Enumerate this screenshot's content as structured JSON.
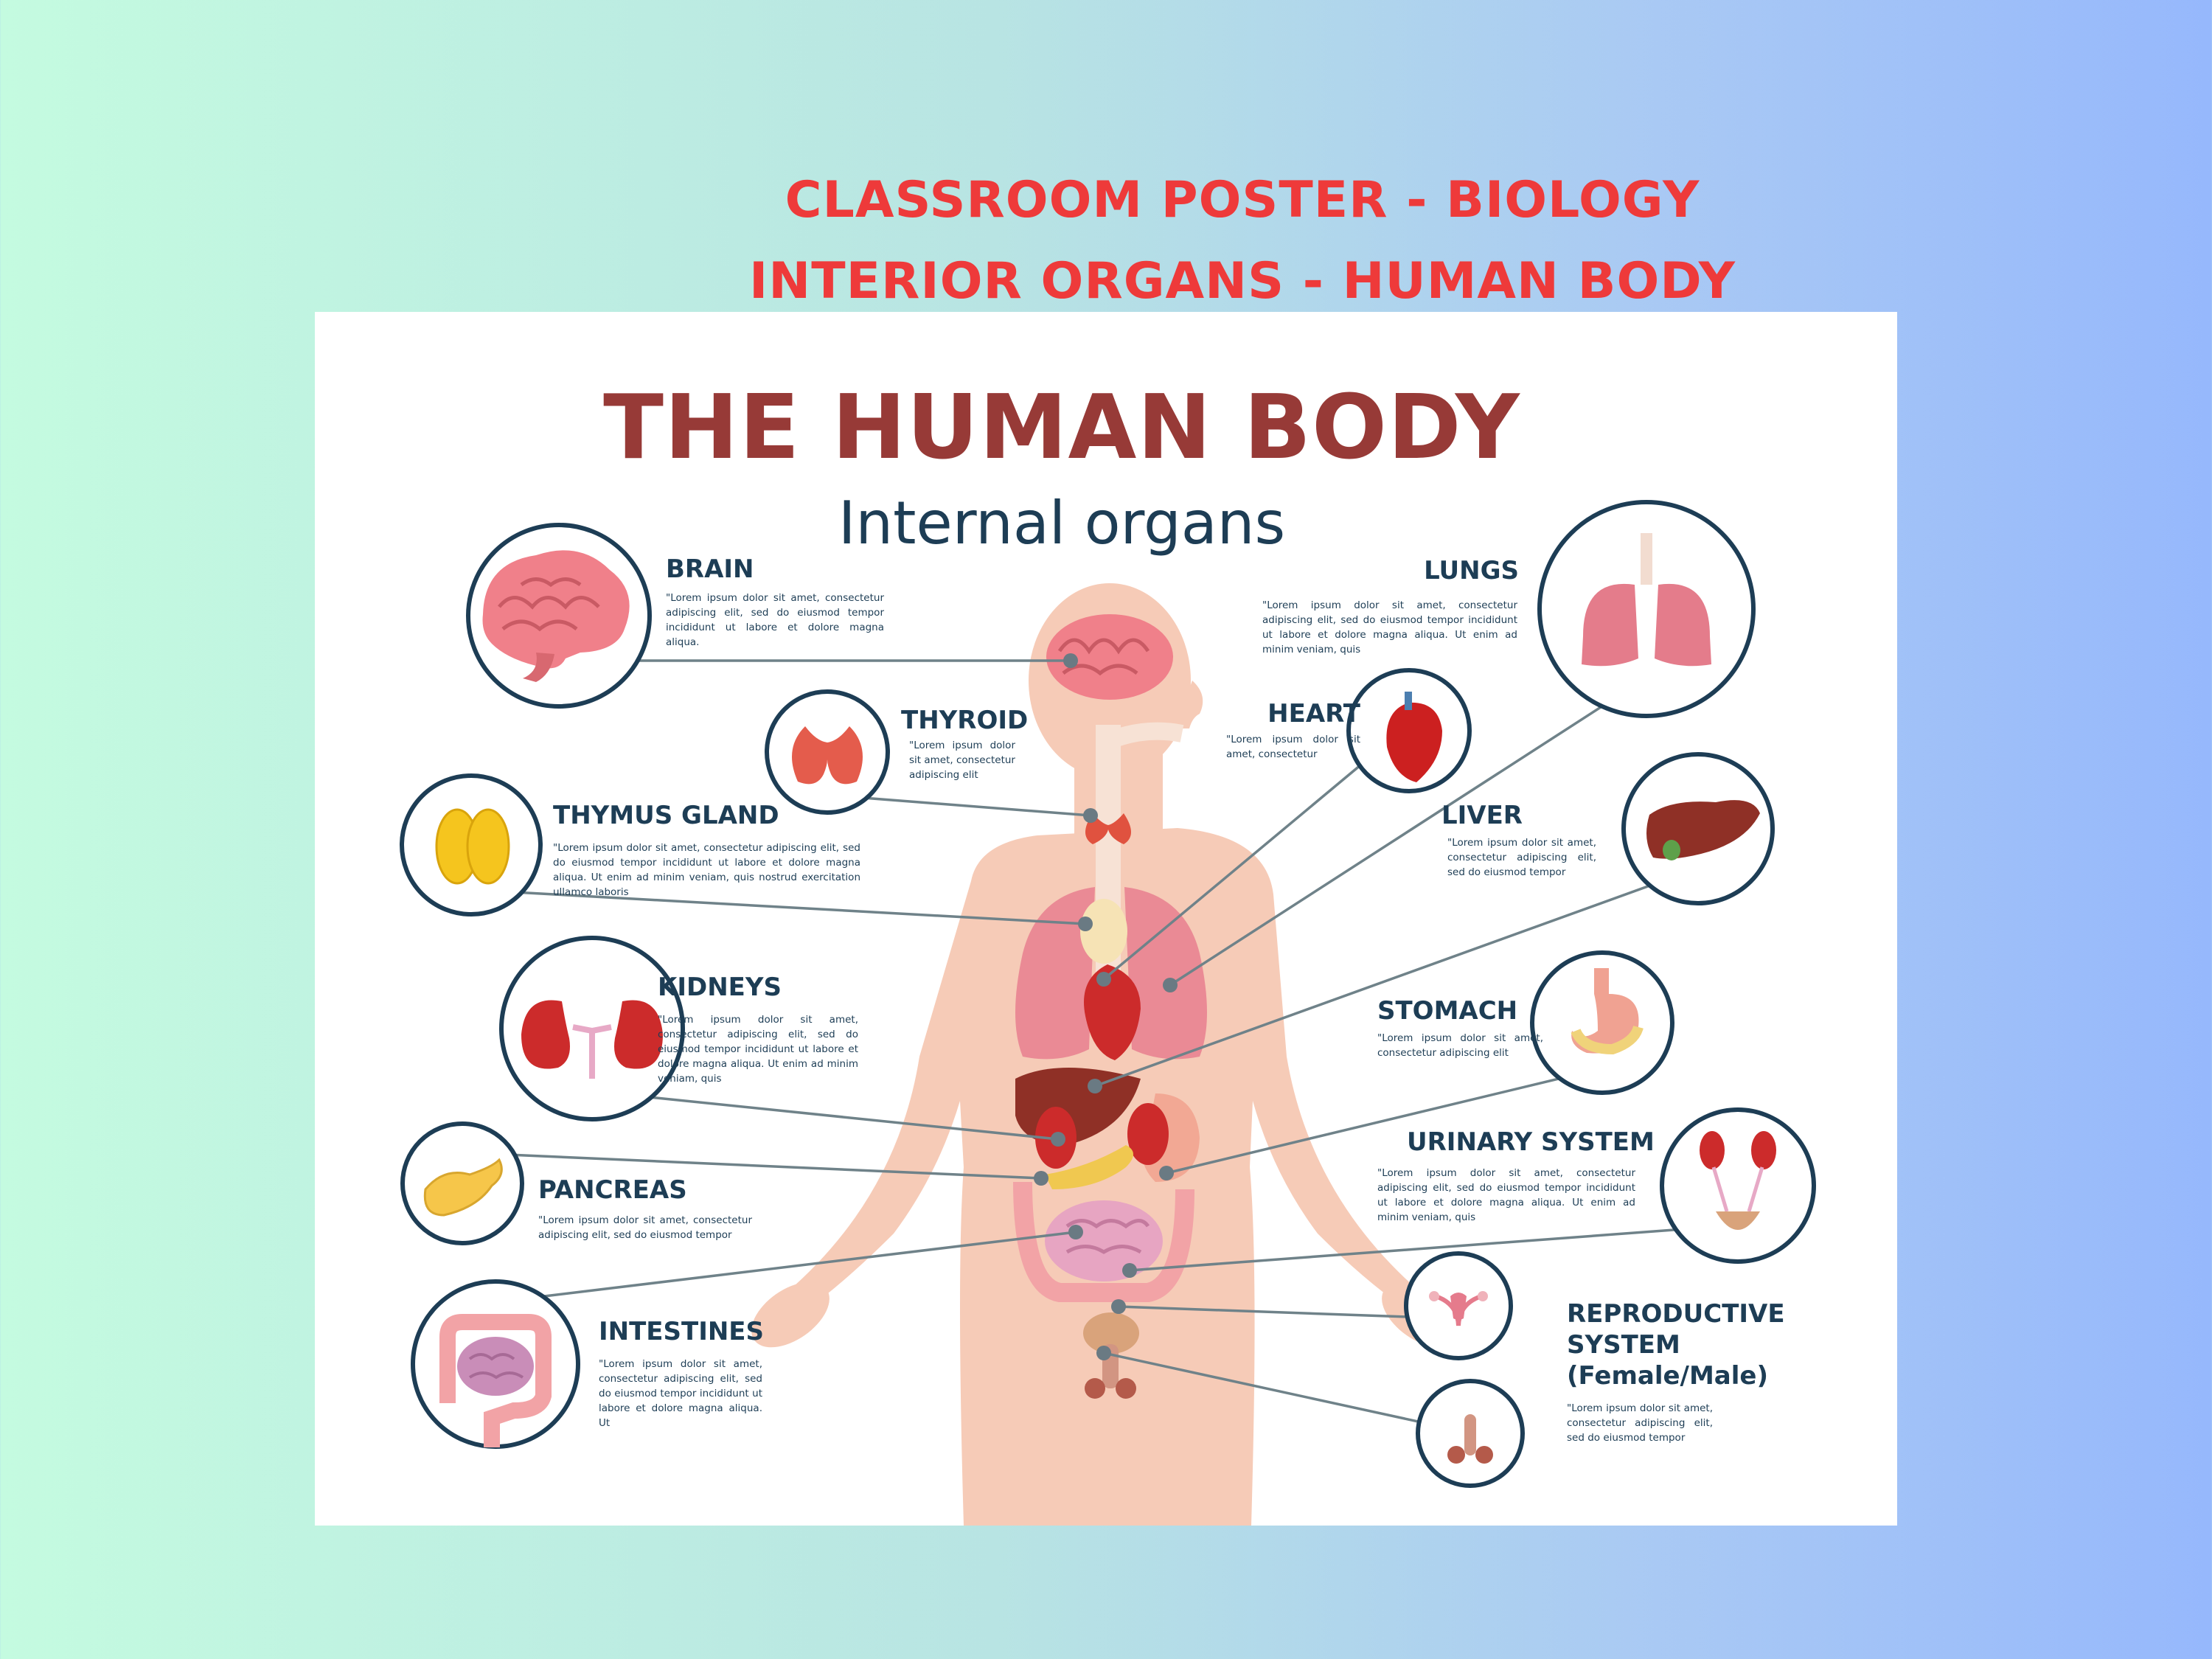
{
  "banner": {
    "line1": "CLASSROOM POSTER - BIOLOGY",
    "line2": "INTERIOR ORGANS - HUMAN BODY"
  },
  "poster": {
    "title": "THE HUMAN BODY",
    "subtitle": "Internal organs"
  },
  "colors": {
    "banner_text": "#ee3a3a",
    "title_text": "#973a37",
    "label_text": "#1d3d55",
    "circle_border": "#1d3d55",
    "leader_line": "#6f8289",
    "body_skin": "#f6cbb7"
  },
  "organs": [
    {
      "key": "brain",
      "icon": "brain-icon",
      "label": "BRAIN",
      "text": "\"Lorem ipsum dolor sit amet, consectetur adipiscing elit, sed do eiusmod tempor incididunt ut labore et dolore magna aliqua."
    },
    {
      "key": "thyroid",
      "icon": "thyroid-icon",
      "label": "THYROID",
      "text": "\"Lorem ipsum dolor sit amet, consectetur adipiscing elit"
    },
    {
      "key": "thymus",
      "icon": "thymus-gland-icon",
      "label": "THYMUS GLAND",
      "text": "\"Lorem ipsum dolor sit amet, consectetur adipiscing elit, sed do eiusmod tempor incididunt ut labore et dolore magna aliqua. Ut enim ad minim veniam, quis nostrud exercitation ullamco laboris"
    },
    {
      "key": "kidneys",
      "icon": "kidneys-icon",
      "label": "KIDNEYS",
      "text": "\"Lorem ipsum dolor sit amet, consectetur adipiscing elit, sed do eiusmod tempor incididunt ut labore et dolore magna aliqua. Ut enim ad minim veniam, quis"
    },
    {
      "key": "pancreas",
      "icon": "pancreas-icon",
      "label": "PANCREAS",
      "text": "\"Lorem ipsum dolor sit amet, consectetur adipiscing elit, sed do eiusmod tempor"
    },
    {
      "key": "intestines",
      "icon": "intestines-icon",
      "label": "INTESTINES",
      "text": "\"Lorem ipsum dolor sit amet, consectetur adipiscing elit, sed do eiusmod tempor incididunt ut labore et dolore magna aliqua. Ut"
    },
    {
      "key": "lungs",
      "icon": "lungs-icon",
      "label": "LUNGS",
      "text": "\"Lorem ipsum dolor sit amet, consectetur adipiscing elit, sed do eiusmod tempor incididunt ut labore et dolore magna aliqua. Ut enim ad minim veniam, quis"
    },
    {
      "key": "heart",
      "icon": "heart-icon",
      "label": "HEART",
      "text": "\"Lorem ipsum dolor sit amet, consectetur"
    },
    {
      "key": "liver",
      "icon": "liver-icon",
      "label": "LIVER",
      "text": "\"Lorem ipsum dolor sit amet, consectetur adipiscing elit, sed do eiusmod tempor"
    },
    {
      "key": "stomach",
      "icon": "stomach-icon",
      "label": "STOMACH",
      "text": "\"Lorem ipsum dolor sit amet, consectetur adipiscing elit"
    },
    {
      "key": "urinary",
      "icon": "urinary-system-icon",
      "label": "URINARY SYSTEM",
      "text": "\"Lorem ipsum dolor sit amet, consectetur adipiscing elit, sed do eiusmod tempor incididunt ut labore et dolore magna aliqua. Ut enim ad minim veniam, quis"
    },
    {
      "key": "reproductive",
      "icon": "reproductive-system-icon",
      "label": "REPRODUCTIVE SYSTEM (Female/Male)",
      "label_lines": [
        "REPRODUCTIVE",
        "SYSTEM",
        "(Female/Male)"
      ],
      "text": "\"Lorem ipsum dolor sit amet, consectetur adipiscing elit, sed do eiusmod tempor"
    }
  ]
}
